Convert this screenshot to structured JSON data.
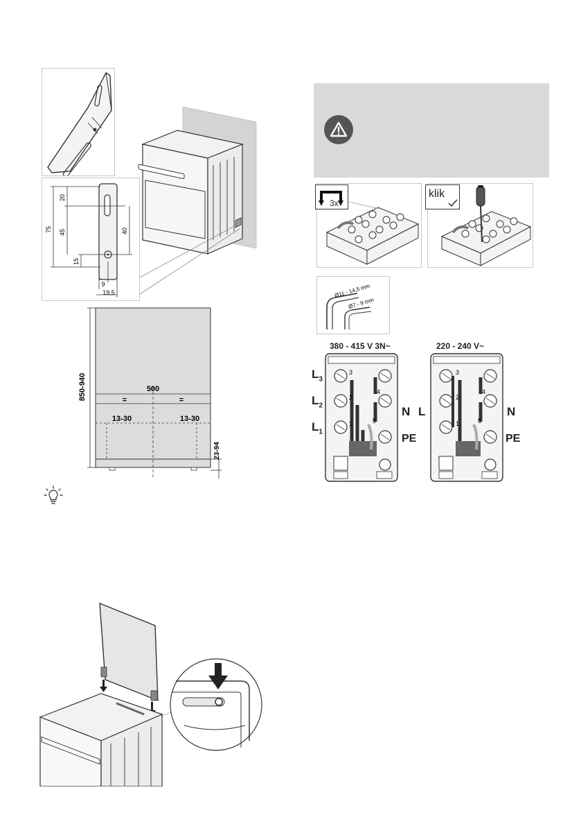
{
  "bracket_dims": {
    "d75": "75",
    "d20": "20",
    "d45": "45",
    "d40": "40",
    "d15": "15",
    "d9": "9",
    "d19_5": "19,5"
  },
  "front_dims": {
    "height": "850-940",
    "width": "500",
    "equal_left": "=",
    "equal_right": "=",
    "range_left": "13-30",
    "range_right": "13-30",
    "foot_range": "23-94"
  },
  "terminal_steps": {
    "repeat_count": "3x",
    "klik": "klik",
    "dia_large": "Ø11 - 14,5 mm",
    "dia_small": "Ø7 - 9 mm"
  },
  "wiring": {
    "three_phase": {
      "voltage": "380 - 415 V 3N~",
      "l3": "L",
      "l3_sub": "3",
      "l2": "L",
      "l2_sub": "2",
      "l1": "L",
      "l1_sub": "1",
      "n": "N",
      "pe": "PE"
    },
    "single_phase": {
      "voltage": "220 - 240 V~",
      "l": "L",
      "n": "N",
      "pe": "PE"
    },
    "terminal_numbers": [
      "1",
      "2",
      "3",
      "4",
      "5"
    ]
  },
  "colors": {
    "warning_box": "#d9d9d9",
    "warning_icon": "#555555",
    "wall": "#d4d4d4",
    "cabinet_front": "#dcdcdc"
  },
  "icons": {
    "warning": "warning-triangle-icon",
    "tip": "lightbulb-icon"
  }
}
